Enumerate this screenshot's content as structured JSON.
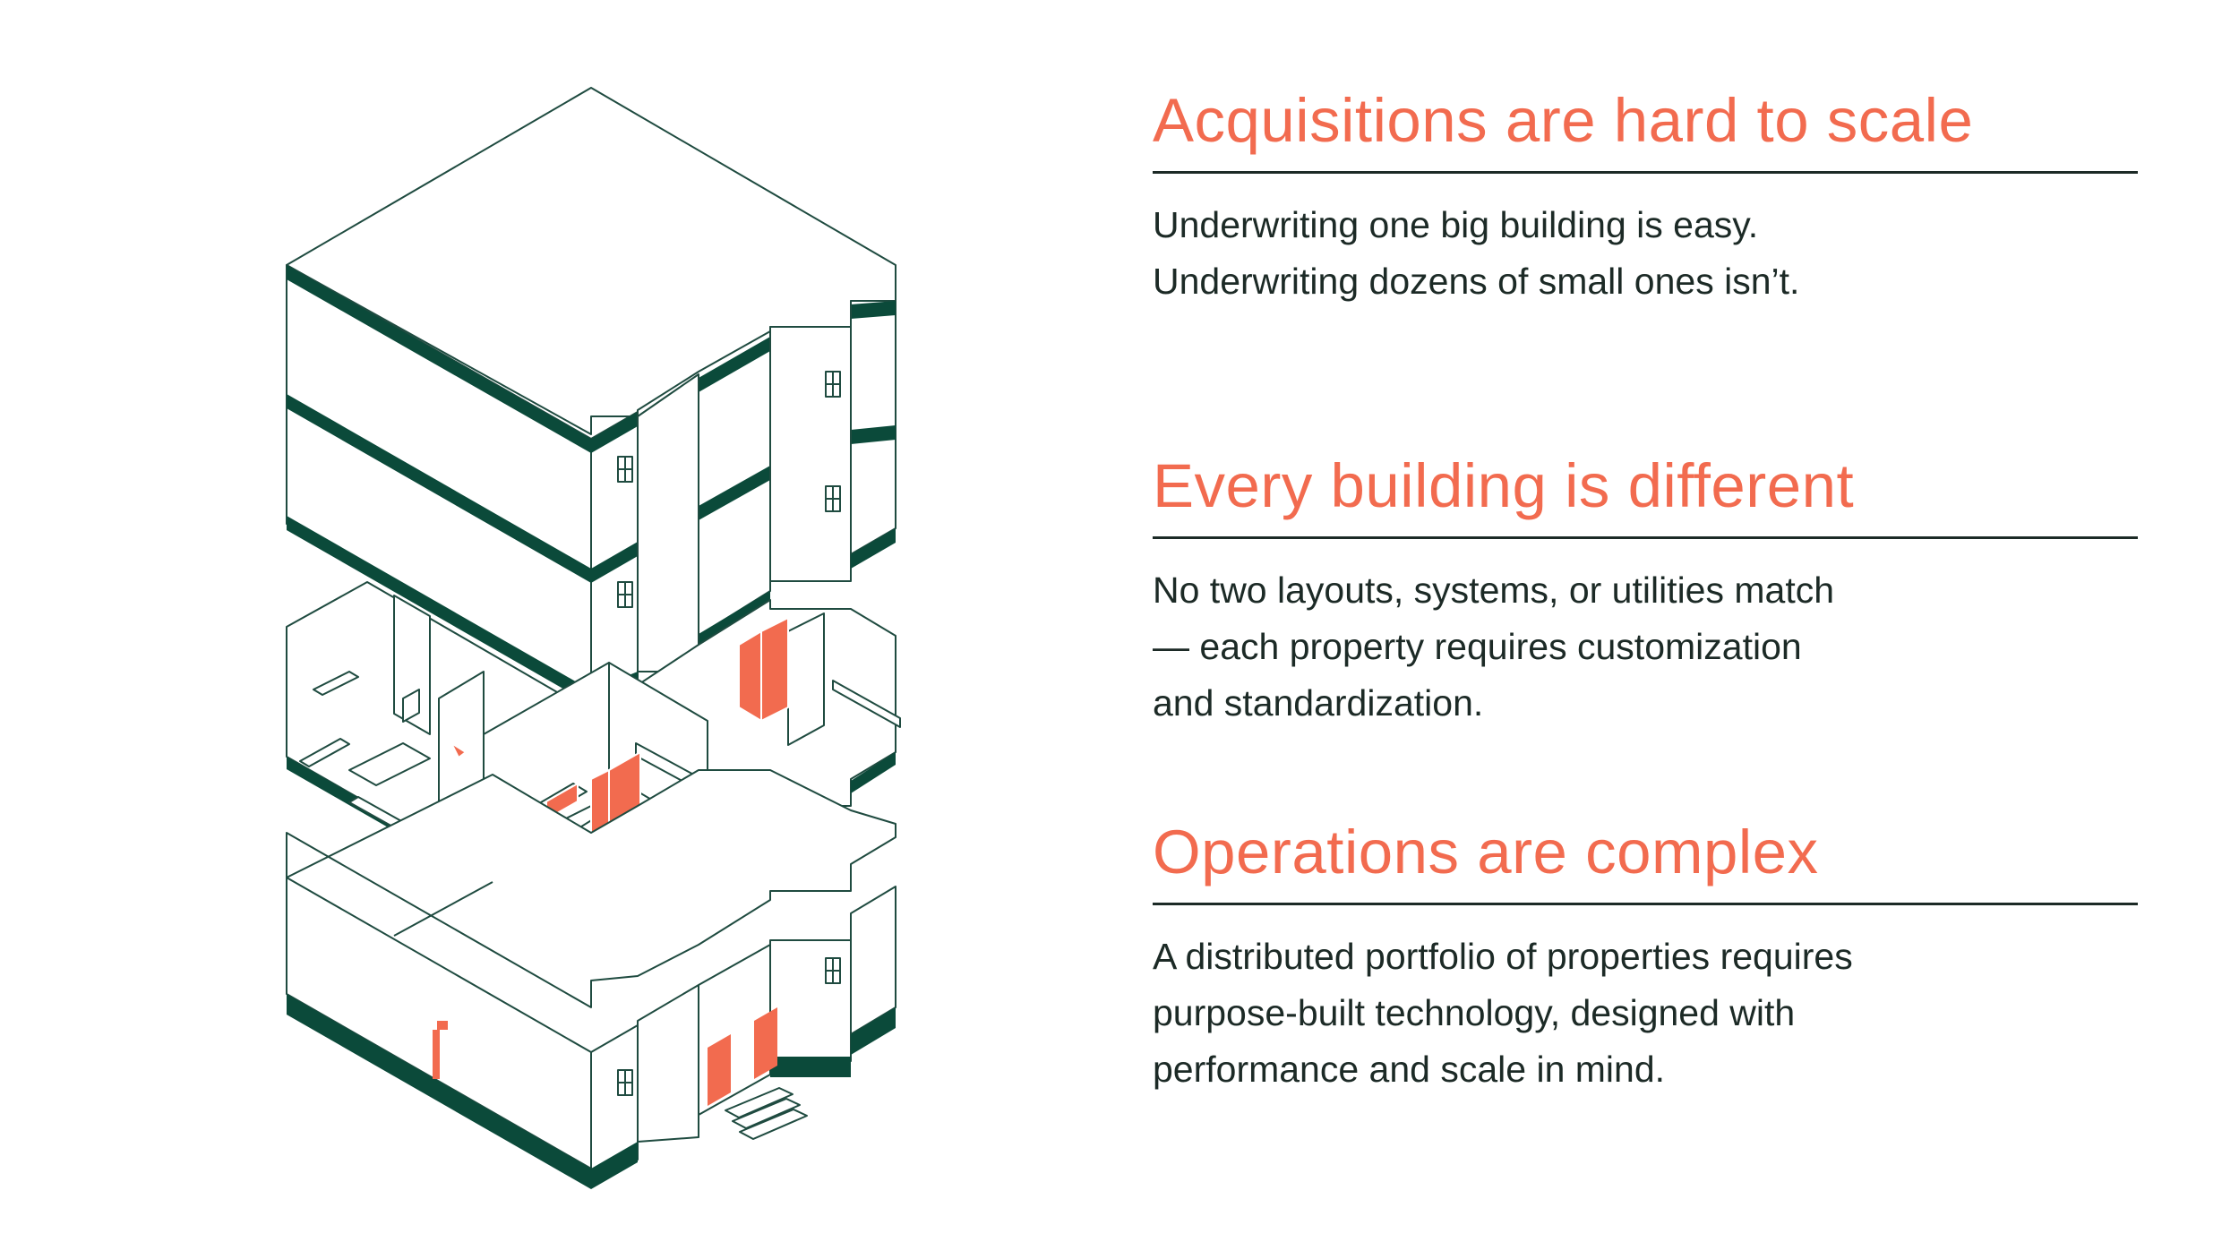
{
  "colors": {
    "accent": "#f26b4f",
    "structure": "#0b4a3a",
    "line": "#1f4b40",
    "text": "#1c2a26",
    "background": "#ffffff"
  },
  "illustration": {
    "icons": [
      "exploded-building-icon",
      "window-icon",
      "door-icon",
      "furniture-icon",
      "stairs-icon"
    ]
  },
  "sections": [
    {
      "heading": "Acquisitions are hard to scale",
      "lines": [
        "Underwriting one big building is easy.",
        "Underwriting dozens of small ones isn’t."
      ]
    },
    {
      "heading": "Every building is different",
      "lines": [
        "No two layouts, systems, or utilities match",
        "— each property requires customization",
        "and standardization."
      ]
    },
    {
      "heading": "Operations are complex",
      "lines": [
        "A distributed portfolio of properties requires",
        "purpose-built technology, designed with",
        "performance and scale in mind."
      ]
    }
  ]
}
